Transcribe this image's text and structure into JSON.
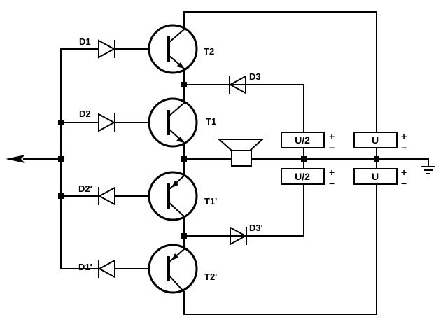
{
  "diagram": {
    "transistors": {
      "t2": "T2",
      "t1": "T1",
      "t1p": "T1'",
      "t2p": "T2'"
    },
    "diodes": {
      "d1": "D1",
      "d2": "D2",
      "d2p": "D2'",
      "d1p": "D1'",
      "d3": "D3",
      "d3p": "D3'"
    },
    "sources": {
      "half_upper": "U/2",
      "half_lower": "U/2",
      "full_upper": "U",
      "full_lower": "U"
    },
    "polarity": {
      "plus": "+",
      "minus": "−"
    }
  }
}
